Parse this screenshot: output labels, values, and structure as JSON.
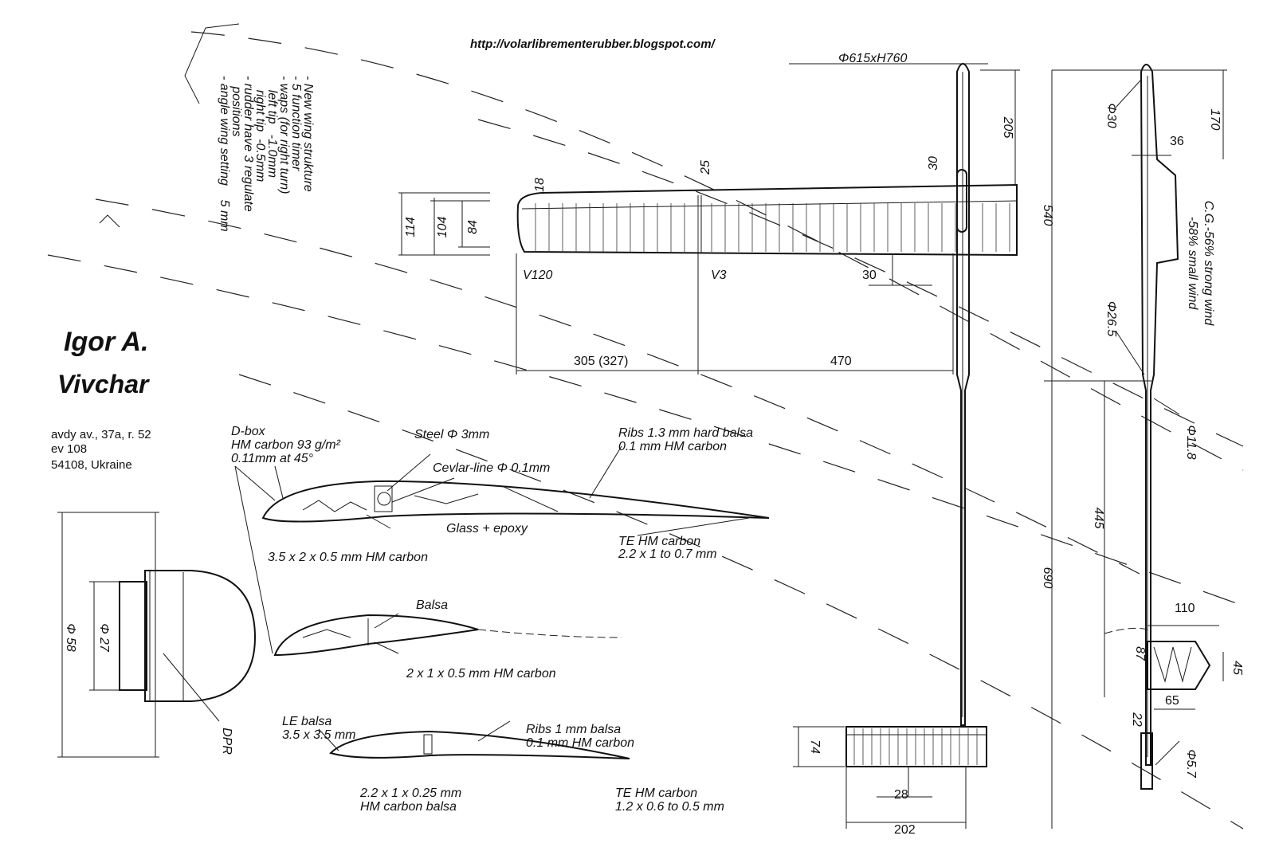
{
  "url": "http://volarlibrementerubber.blogspot.com/",
  "notes": [
    "- New wing strukture",
    "- 5 function timer",
    "- waps (for right turn)",
    "    left tip   -1.0mm",
    "    right tip  -0.5mm",
    "- rudder have 3 regulate",
    "   positions",
    "- angle wing setting    5 mm"
  ],
  "author": {
    "name_line1": "Igor  A.",
    "name_line2": "Vivchar",
    "address": [
      "avdy  av., 37a,  r. 52",
      "ev 108",
      "54108,  Ukraine"
    ]
  },
  "wing": {
    "span_label": "Φ615xH760",
    "left_dim": "305  (327)",
    "right_dim": "470",
    "section_left": "V120",
    "section_right": "V3",
    "tip_chord": "18",
    "center_mark": "25",
    "pylon_width": "30",
    "rib_offset": "30",
    "pylon_height": "205",
    "chord_114": "114",
    "chord_104": "104",
    "chord_84": "84"
  },
  "wing_section": {
    "dbox": "D-box",
    "dbox_material": "HM carbon 93 g/m²",
    "dbox_thickness": "0.11mm at 45°",
    "spar": "Steel Φ 3mm",
    "line": "Cevlar-line Φ 0.1mm",
    "ribs": "Ribs 1.3 mm hard balsa",
    "ribs_cover": "0.1 mm HM carbon",
    "glass": "Glass + epoxy",
    "le_cap": "3.5 x 2 x 0.5 mm HM carbon",
    "te": "TE HM carbon",
    "te_size": "2.2 x 1 to 0.7 mm"
  },
  "tip_section": {
    "balsa": "Balsa",
    "cap": "2 x 1 x 0.5 mm HM carbon"
  },
  "stab_section": {
    "le": "LE  balsa",
    "le_size": "3.5 x 3.5 mm",
    "ribs": "Ribs 1 mm balsa",
    "ribs_cover": "0.1 mm HM carbon",
    "spar": "2.2 x 1 x 0.25 mm",
    "spar_mat": "HM carbon  balsa",
    "te": "TE HM carbon",
    "te_size": "1.2 x 0.6 to 0.5 mm"
  },
  "dpr": {
    "outer_dia": "Φ 58",
    "inner_dia": "Φ 27",
    "label": "DPR"
  },
  "stab": {
    "height": "74",
    "offset": "28",
    "span": "202"
  },
  "side": {
    "top": "170",
    "d30": "Φ30",
    "w36": "36",
    "len540": "540",
    "cg1": "C.G.-56% strong wind",
    "cg2": "-58% small wind",
    "d265": "Φ26.5",
    "d118": "Φ11.8",
    "len445": "445",
    "len690": "690",
    "w110": "110",
    "h87": "87",
    "h45": "45",
    "w65": "65",
    "w22": "22",
    "d57": "Φ5.7"
  }
}
